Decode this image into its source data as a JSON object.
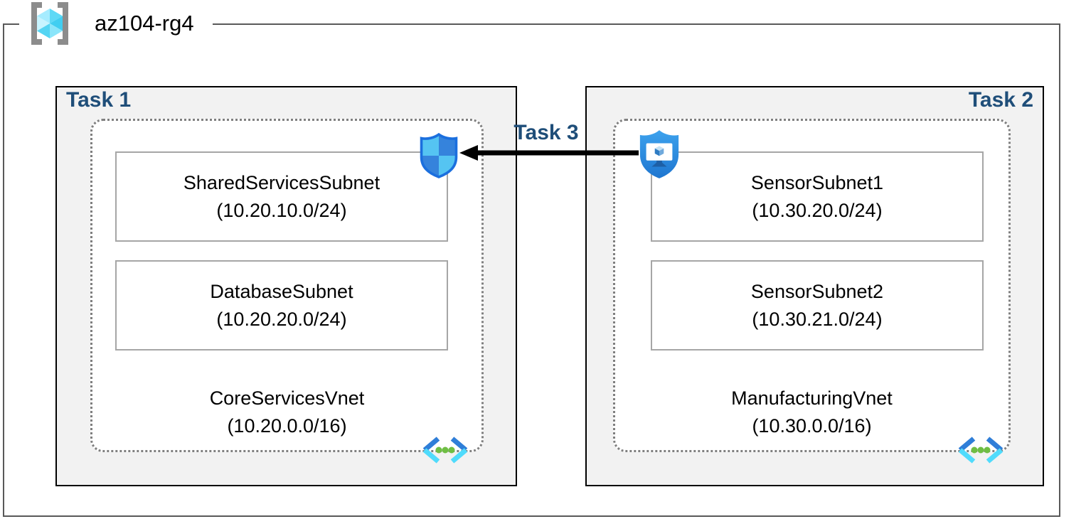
{
  "resource_group": {
    "name": "az104-rg4",
    "icon": "resource-group-icon"
  },
  "left_panel": {
    "task_label": "Task 1",
    "vnet_name": "CoreServicesVnet",
    "vnet_cidr": "(10.20.0.0/16)",
    "subnet1_name": "SharedServicesSubnet",
    "subnet1_cidr": "(10.20.10.0/24)",
    "subnet2_name": "DatabaseSubnet",
    "subnet2_cidr": "(10.20.20.0/24)",
    "corner_icon": "network-security-group-shield-icon",
    "vnet_icon": "virtual-network-icon"
  },
  "right_panel": {
    "task_label": "Task 2",
    "vnet_name": "ManufacturingVnet",
    "vnet_cidr": "(10.30.0.0/16)",
    "subnet1_name": "SensorSubnet1",
    "subnet1_cidr": "(10.30.20.0/24)",
    "subnet2_name": "SensorSubnet2",
    "subnet2_cidr": "(10.30.21.0/24)",
    "corner_icon": "bastion-shield-icon",
    "vnet_icon": "virtual-network-icon"
  },
  "connection": {
    "label": "Task 3",
    "from": "bastion-shield-icon",
    "to": "network-security-group-shield-icon",
    "direction": "right-to-left"
  },
  "colors": {
    "outer_border": "#595959",
    "task_box_fill": "#F2F2F2",
    "task_box_border": "#000000",
    "vnet_dashed_border": "#7F7F7F",
    "subnet_border": "#A6A6A6",
    "task_label_text": "#1F4E79",
    "arrow": "#000000",
    "azure_blue_dark": "#2F80D9",
    "azure_blue_light": "#55C4F2",
    "azure_cyan": "#50DBFC",
    "azure_green": "#6FBE44"
  }
}
